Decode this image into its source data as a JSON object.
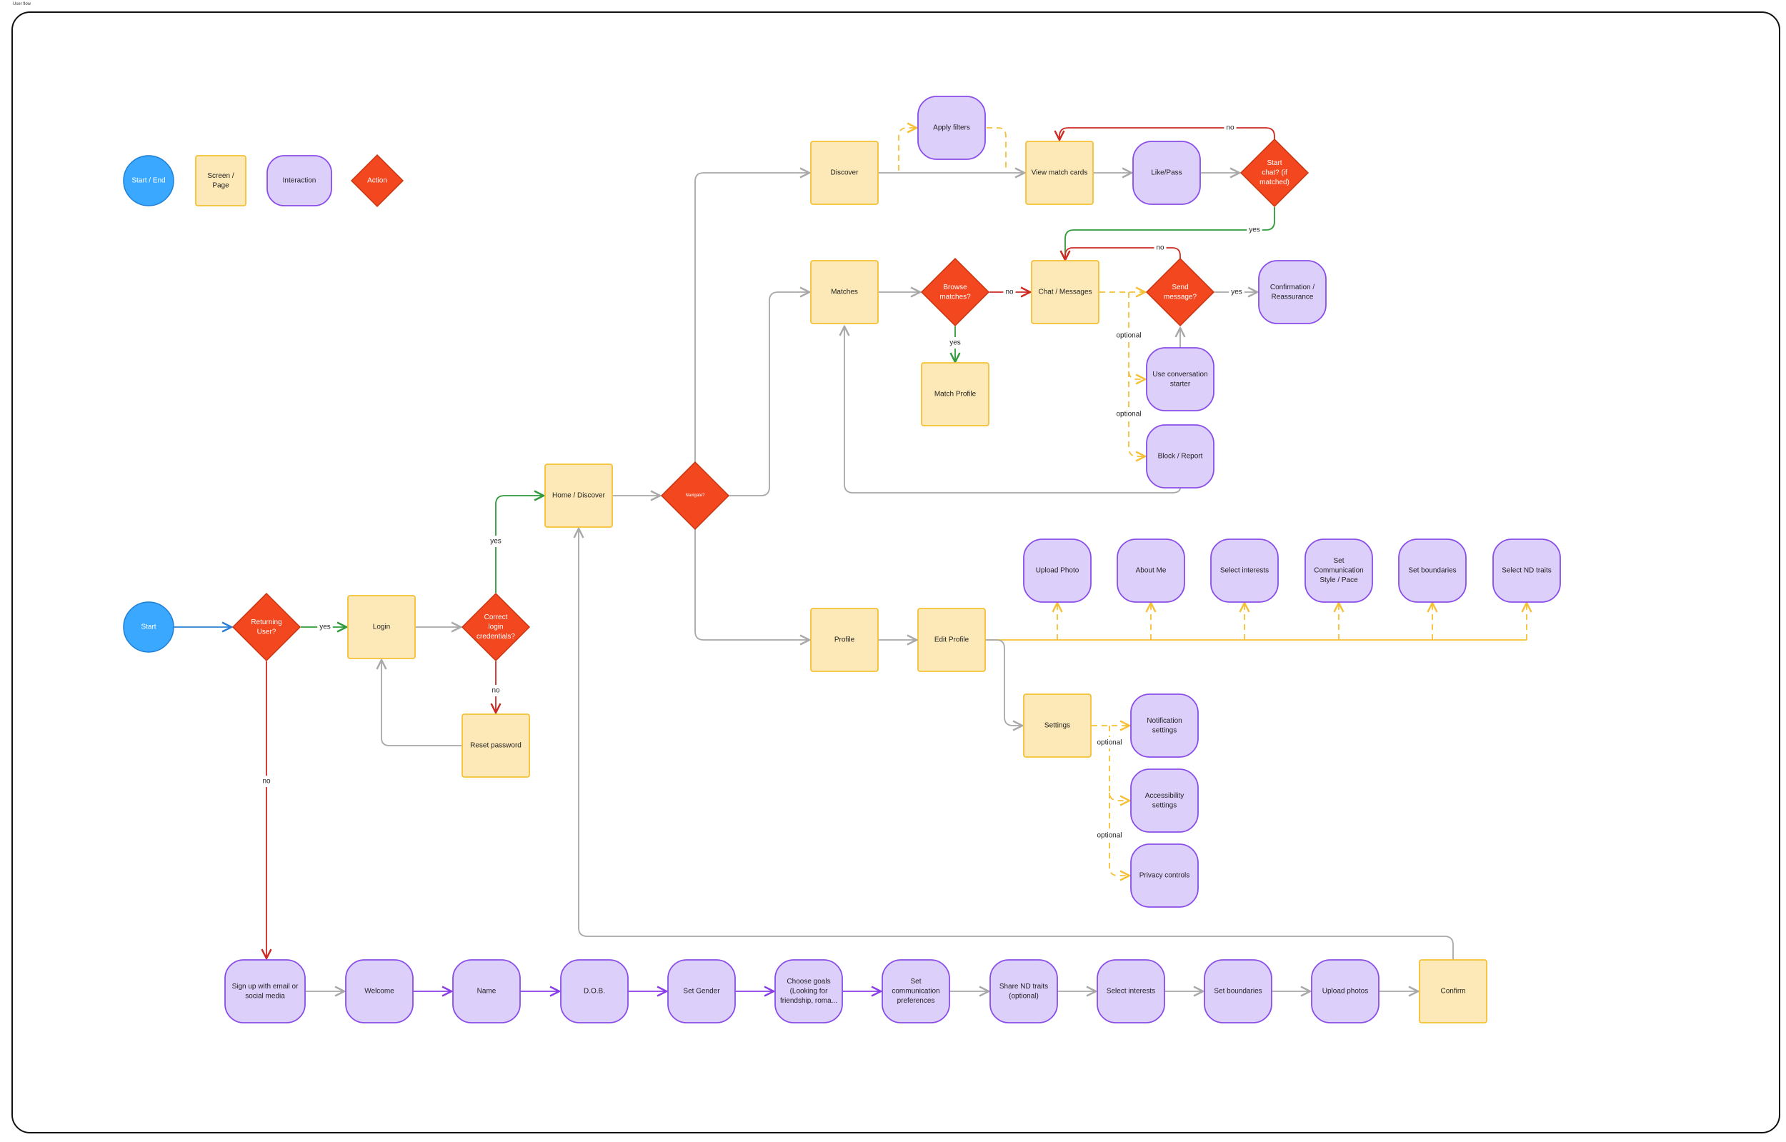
{
  "frame": {
    "title": "User flow"
  },
  "colors": {
    "start_end": "#3aa8ff",
    "start_end_stroke": "#1e7fd6",
    "screen": "#fde9b7",
    "screen_stroke": "#f4c035",
    "interaction": "#dcd0fb",
    "interaction_stroke": "#8a4de8",
    "action": "#f3471f",
    "action_stroke": "#c9340f",
    "edge_gray": "#a8a8a8",
    "edge_green": "#2f9a3a",
    "edge_red": "#cc2a22",
    "edge_blue": "#2b7fd6",
    "edge_purple": "#8a3ee8",
    "edge_yellow": "#f4c035"
  },
  "legend": [
    {
      "type": "start_end",
      "label": [
        "Start / End"
      ]
    },
    {
      "type": "screen",
      "label": [
        "Screen /",
        "Page"
      ]
    },
    {
      "type": "interaction",
      "label": [
        "Interaction"
      ]
    },
    {
      "type": "action",
      "label": [
        "Action"
      ]
    }
  ],
  "nodes": {
    "start": {
      "label": [
        "Start"
      ]
    },
    "returning_user": {
      "label": [
        "Returning",
        "User?"
      ]
    },
    "login": {
      "label": [
        "Login"
      ]
    },
    "correct_credentials": {
      "label": [
        "Correct",
        "login",
        "credentials?"
      ]
    },
    "reset_password": {
      "label": [
        "Reset password"
      ]
    },
    "home_discover": {
      "label": [
        "Home / Discover"
      ]
    },
    "navigate": {
      "label": [
        "Navigate?"
      ]
    },
    "discover": {
      "label": [
        "Discover"
      ]
    },
    "apply_filters": {
      "label": [
        "Apply filters"
      ]
    },
    "view_match_cards": {
      "label": [
        "View match cards"
      ]
    },
    "like_pass": {
      "label": [
        "Like/Pass"
      ]
    },
    "start_chat": {
      "label": [
        "Start",
        "chat? (if",
        "matched)"
      ]
    },
    "matches": {
      "label": [
        "Matches"
      ]
    },
    "browse_matches": {
      "label": [
        "Browse",
        "matches?"
      ]
    },
    "match_profile": {
      "label": [
        "Match Profile"
      ]
    },
    "chat_messages": {
      "label": [
        "Chat / Messages"
      ]
    },
    "send_message": {
      "label": [
        "Send",
        "message?"
      ]
    },
    "confirmation": {
      "label": [
        "Confirmation /",
        "Reassurance"
      ]
    },
    "conversation_starter": {
      "label": [
        "Use conversation",
        "starter"
      ]
    },
    "block_report": {
      "label": [
        "Block / Report"
      ]
    },
    "profile": {
      "label": [
        "Profile"
      ]
    },
    "edit_profile": {
      "label": [
        "Edit Profile"
      ]
    },
    "upload_photo": {
      "label": [
        "Upload Photo"
      ]
    },
    "about_me": {
      "label": [
        "About Me"
      ]
    },
    "select_interests_p": {
      "label": [
        "Select interests"
      ]
    },
    "set_comm_style": {
      "label": [
        "Set",
        "Communication",
        "Style / Pace"
      ]
    },
    "set_boundaries_p": {
      "label": [
        "Set boundaries"
      ]
    },
    "select_nd_traits": {
      "label": [
        "Select ND traits"
      ]
    },
    "settings": {
      "label": [
        "Settings"
      ]
    },
    "notification_settings": {
      "label": [
        "Notification",
        "settings"
      ]
    },
    "accessibility_settings": {
      "label": [
        "Accessibility",
        "settings"
      ]
    },
    "privacy_controls": {
      "label": [
        "Privacy controls"
      ]
    },
    "signup": {
      "label": [
        "Sign up with email or",
        "social media"
      ]
    },
    "welcome": {
      "label": [
        "Welcome"
      ]
    },
    "name": {
      "label": [
        "Name"
      ]
    },
    "dob": {
      "label": [
        "D.O.B."
      ]
    },
    "set_gender": {
      "label": [
        "Set Gender"
      ]
    },
    "choose_goals": {
      "label": [
        "Choose goals",
        "(Looking for",
        "friendship, roma..."
      ]
    },
    "set_comm_prefs": {
      "label": [
        "Set",
        "communication",
        "preferences"
      ]
    },
    "share_nd_traits": {
      "label": [
        "Share ND traits",
        "(optional)"
      ]
    },
    "select_interests_o": {
      "label": [
        "Select interests"
      ]
    },
    "set_boundaries_o": {
      "label": [
        "Set boundaries"
      ]
    },
    "upload_photos": {
      "label": [
        "Upload photos"
      ]
    },
    "confirm": {
      "label": [
        "Confirm"
      ]
    }
  },
  "edge_labels": {
    "yes": "yes",
    "no": "no",
    "optional": "optional"
  }
}
